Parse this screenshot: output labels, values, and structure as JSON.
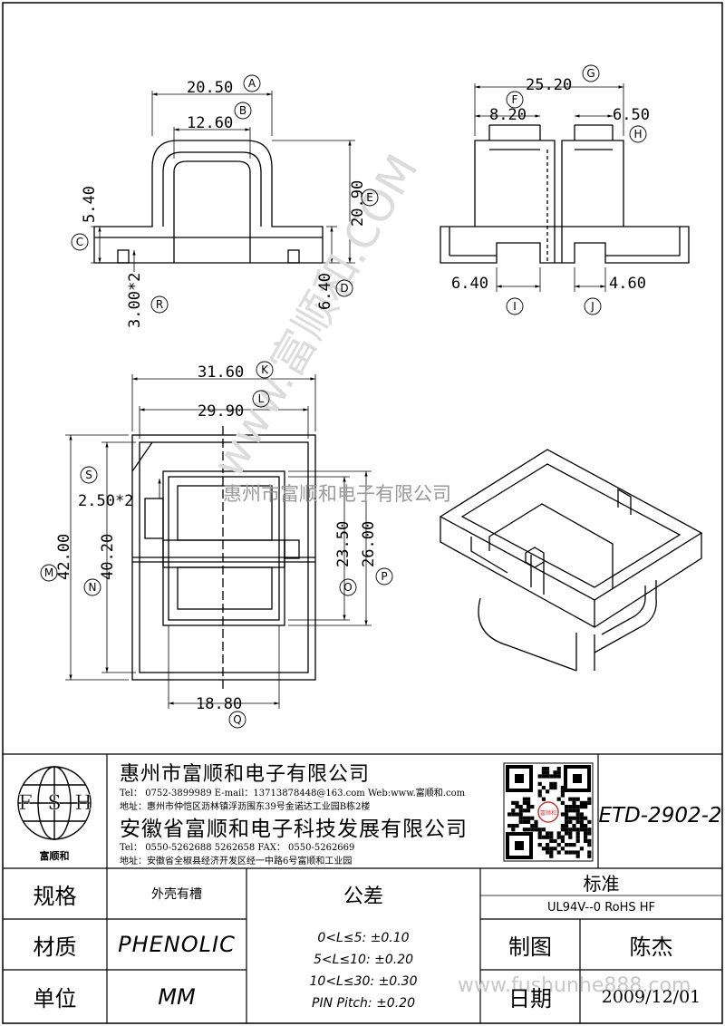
{
  "dimensions": {
    "side": {
      "a": "20.50",
      "b": "12.60",
      "e": "20.90",
      "c": "5.40",
      "d": "6.40",
      "r": "3.00*2"
    },
    "front": {
      "g": "25.20",
      "f": "8.20",
      "h": "6.50",
      "i": "6.40",
      "j": "4.60"
    },
    "top": {
      "k": "31.60",
      "l": "29.90",
      "s": "2.50*2",
      "m": "42.00",
      "n": "40.20",
      "o": "23.50",
      "p": "26.00",
      "q": "18.80"
    }
  },
  "markers": [
    "A",
    "B",
    "C",
    "D",
    "E",
    "F",
    "G",
    "H",
    "I",
    "J",
    "K",
    "L",
    "M",
    "N",
    "O",
    "P",
    "Q",
    "R",
    "S"
  ],
  "watermark": {
    "diagonal": "www.富顺和.COM",
    "center": "惠州市富顺和电子有限公司",
    "bottom": "www.fushunhe888.com"
  },
  "title_block": {
    "logo_letters": [
      "F",
      "S",
      "H"
    ],
    "logo_caption": "富顺和",
    "company1": {
      "name": "惠州市富顺和电子有限公司",
      "tel_line": "Tel： 0752-3899989    E-mail：13713878448@163.com   Web:www.富顺和.com",
      "addr_line": "地址：惠州市仲恺区沥林镇浮沥围东39号金诺达工业园B栋2楼"
    },
    "company2": {
      "name": "安徽省富顺和电子科技发展有限公司",
      "tel_line": "Tel： 0550-5262688   5262658      FAX： 0550-5262669",
      "addr_line": "地址：安徽省全椒县经济开发区经一中路6号富顺和工业园"
    },
    "part_number": "ETD-2902-2",
    "spec_label": "规格",
    "spec_value": "外壳有槽",
    "material_label": "材质",
    "material_value": "PHENOLIC",
    "unit_label": "单位",
    "unit_value": "MM",
    "tolerance_label": "公差",
    "tolerance_lines": [
      "0<L≤5: ±0.10",
      "5<L≤10: ±0.20",
      "10<L≤30: ±0.30",
      "PIN Pitch: ±0.20"
    ],
    "standard_label": "标准",
    "standard_value": "UL94V--0  RoHS HF",
    "drawn_label": "制图",
    "drawn_value": "陈杰",
    "date_label": "日期",
    "date_value": "2009/12/01"
  }
}
